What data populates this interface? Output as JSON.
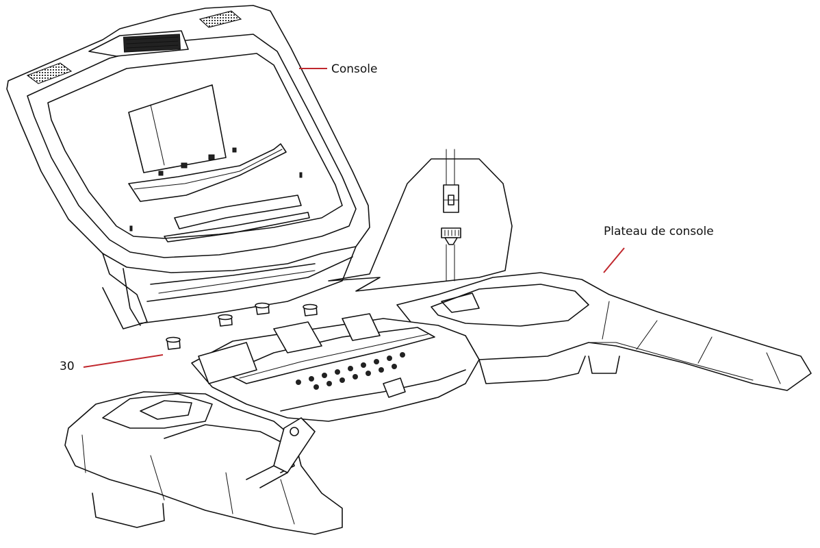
{
  "diagram": {
    "callouts": {
      "console": "Console",
      "console_tray": "Plateau de console",
      "part_30": "30"
    },
    "colors": {
      "leader_line": "#c0272d",
      "drawing_line": "#111111",
      "background": "#ffffff"
    }
  }
}
